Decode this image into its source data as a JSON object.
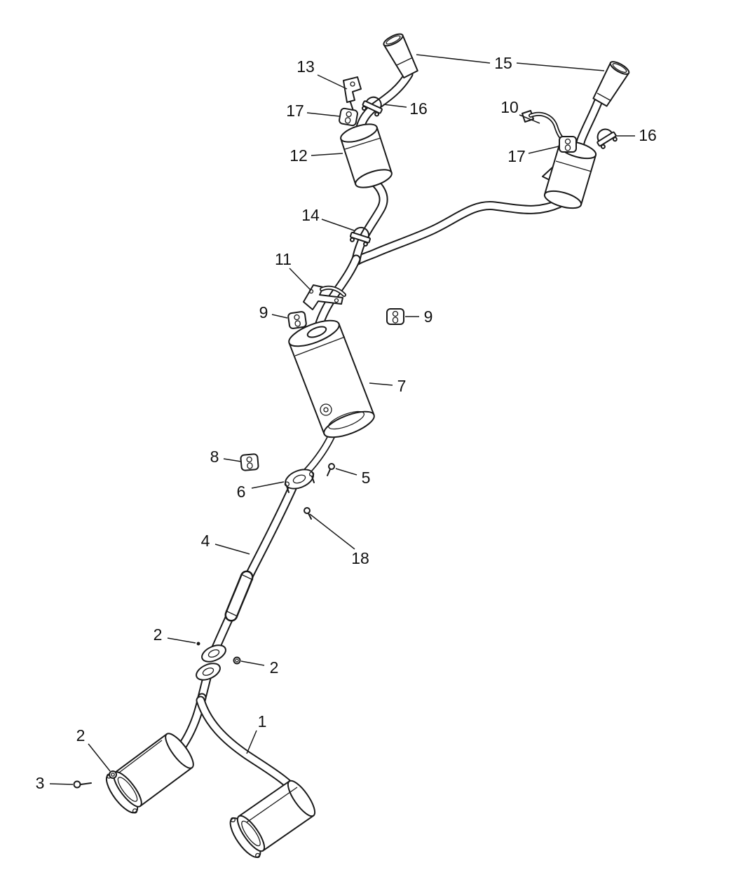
{
  "colors": {
    "background": "#ffffff",
    "line": "#1a1a1a"
  },
  "callouts": [
    {
      "id": "13",
      "label": "13"
    },
    {
      "id": "15",
      "label": "15"
    },
    {
      "id": "17-left",
      "label": "17"
    },
    {
      "id": "16-left",
      "label": "16"
    },
    {
      "id": "10",
      "label": "10"
    },
    {
      "id": "16-right",
      "label": "16"
    },
    {
      "id": "12",
      "label": "12"
    },
    {
      "id": "17-right",
      "label": "17"
    },
    {
      "id": "14",
      "label": "14"
    },
    {
      "id": "11",
      "label": "11"
    },
    {
      "id": "9-left",
      "label": "9"
    },
    {
      "id": "9-right",
      "label": "9"
    },
    {
      "id": "7",
      "label": "7"
    },
    {
      "id": "8",
      "label": "8"
    },
    {
      "id": "5",
      "label": "5"
    },
    {
      "id": "6",
      "label": "6"
    },
    {
      "id": "4",
      "label": "4"
    },
    {
      "id": "18",
      "label": "18"
    },
    {
      "id": "2-upper",
      "label": "2"
    },
    {
      "id": "2-mid",
      "label": "2"
    },
    {
      "id": "1",
      "label": "1"
    },
    {
      "id": "2-lower",
      "label": "2"
    },
    {
      "id": "3",
      "label": "3"
    }
  ]
}
